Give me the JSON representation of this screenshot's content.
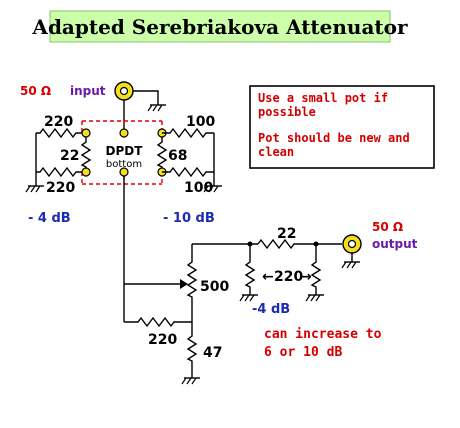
{
  "title": "Adapted Serebriakova Attenuator",
  "input": {
    "ohms": "50 Ω",
    "label": "input"
  },
  "output": {
    "ohms": "50 Ω",
    "label": "output"
  },
  "switch": {
    "name": "DPDT",
    "note": "bottom"
  },
  "resistors": {
    "r_top_left": "220",
    "r_mid_left": "22",
    "r_bot_left": "220",
    "r_top_right": "100",
    "r_mid_right": "68",
    "r_bot_right": "100",
    "r_out_series": "22",
    "r_out_shunt": "220",
    "pot": "500",
    "r_lower_series": "220",
    "r_lower_shunt": "47"
  },
  "attenuation": {
    "left": "- 4 dB",
    "right": "- 10 dB",
    "output": "-4 dB"
  },
  "arrows": {
    "left": "←",
    "right": "→"
  },
  "notes": {
    "box_line1": "Use a small pot if",
    "box_line2": "possible",
    "box_line3": "Pot should be new and",
    "box_line4": "clean",
    "increase_line1": "can increase to",
    "increase_line2": "6 or 10 dB"
  },
  "colors": {
    "title_bg": "#ccffaa",
    "switch_dash": "#e00000",
    "note_red": "#d40000",
    "db_blue": "#1d2bb0",
    "label_purple": "#6a1aa8",
    "connector_gold": "#f2e020"
  }
}
